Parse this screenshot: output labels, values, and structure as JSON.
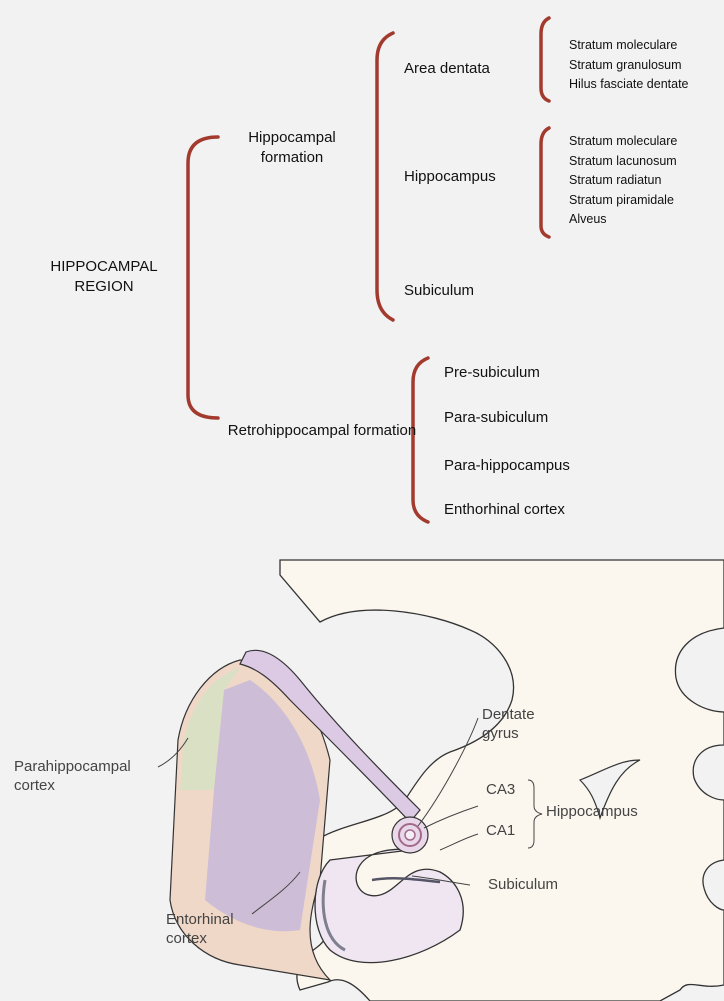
{
  "tree": {
    "root": "HIPPOCAMPAL REGION",
    "hippocampal_formation": {
      "label": "Hippocampal formation",
      "children": [
        {
          "label": "Area dentata",
          "layers": [
            "Stratum moleculare",
            "Stratum granulosum",
            "Hilus fasciate dentate"
          ]
        },
        {
          "label": "Hippocampus",
          "layers": [
            "Stratum moleculare",
            "Stratum lacunosum",
            "Stratum radiatun",
            "Stratum piramidale",
            "Alveus"
          ]
        },
        {
          "label": "Subiculum"
        }
      ]
    },
    "retrohippocampal_formation": {
      "label": "Retrohippocampal formation",
      "children": [
        "Pre-subiculum",
        "Para-subiculum",
        "Para-hippocampus",
        "Enthorhinal cortex"
      ]
    }
  },
  "anatomy": {
    "labels": {
      "dentate_gyrus": "Dentate gyrus",
      "ca3": "CA3",
      "ca1": "CA1",
      "hippocampus": "Hippocampus",
      "subiculum": "Subiculum",
      "parahippocampal_cortex": "Parahippocampal cortex",
      "entorhinal_cortex": "Entorhinal cortex"
    }
  },
  "colors": {
    "bracket": "#a33a2e",
    "background": "#f2f2f2"
  }
}
